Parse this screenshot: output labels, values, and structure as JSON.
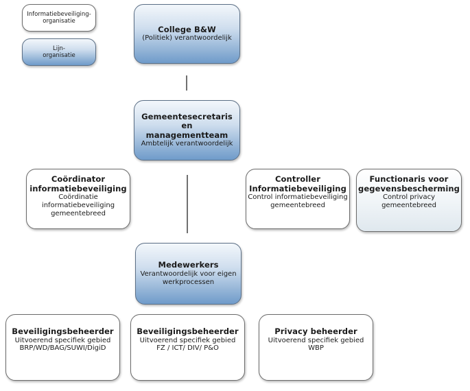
{
  "legend": {
    "infosec_org": {
      "line1": "Informatiebeveiliging-",
      "line2": "organisatie"
    },
    "line_org": {
      "line1": "Lijn-",
      "line2": "organisatie"
    }
  },
  "nodes": {
    "college": {
      "title": "College B&W",
      "lines": [
        "(Politiek) verantwoordelijk"
      ]
    },
    "gemeentesecretaris": {
      "title_lines": [
        "Gemeentesecretaris en",
        "managementteam"
      ],
      "lines": [
        "Ambtelijk verantwoordelijk"
      ]
    },
    "coordinator": {
      "title_lines": [
        "Coördinator",
        "informatiebeveiliging"
      ],
      "lines": [
        "Coördinatie",
        "informatiebeveiliging",
        "gemeentebreed"
      ]
    },
    "controller": {
      "title_lines": [
        "Controller",
        "Informatiebeveiliging"
      ],
      "lines": [
        "Control informatiebeveiliging",
        "gemeentebreed"
      ]
    },
    "functionaris": {
      "title_lines": [
        "Functionaris voor",
        "gegevensbescherming"
      ],
      "lines": [
        "Control privacy",
        "gemeentebreed"
      ]
    },
    "medewerkers": {
      "title": "Medewerkers",
      "lines": [
        "Verantwoordelijk voor eigen",
        "werkprocessen"
      ]
    },
    "beveiligingsbeheerder_1": {
      "title": "Beveiligingsbeheerder",
      "lines": [
        "Uitvoerend specifiek gebied",
        "BRP/WD/BAG/SUWI/DigiD"
      ]
    },
    "beveiligingsbeheerder_2": {
      "title": "Beveiligingsbeheerder",
      "lines": [
        "Uitvoerend specifiek gebied",
        "FZ / ICT/ DIV/ P&O"
      ]
    },
    "privacy_beheerder": {
      "title": "Privacy beheerder",
      "lines": [
        "Uitvoerend specifiek gebied",
        "WBP"
      ]
    }
  },
  "colors": {
    "line_org_gradient_top": "#f3f7fb",
    "line_org_gradient_bottom": "#6f9bca",
    "border": "#6b6b6b",
    "connector": "#707070"
  }
}
